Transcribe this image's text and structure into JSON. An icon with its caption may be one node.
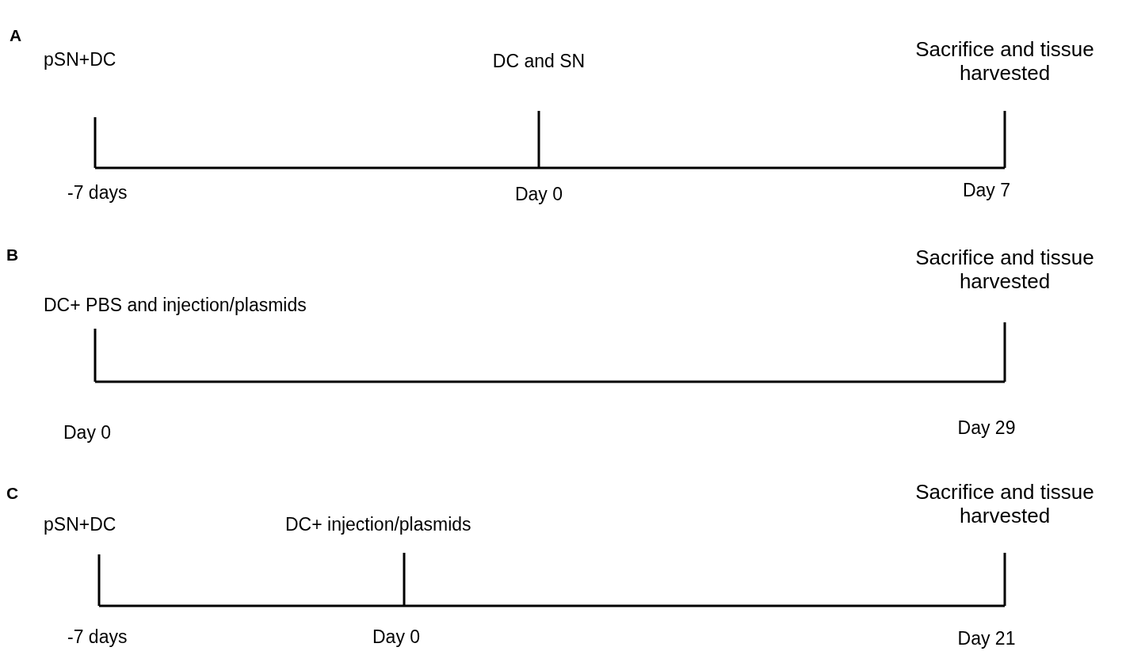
{
  "diagram": {
    "labels": [
      "A",
      "pSN+DC",
      "DC and SN",
      "Sacrifice and tissue harvested",
      "-7 days",
      "Day 0",
      "Day 7",
      "B",
      "Sacrifice and tissue harvested",
      "DC+ PBS and injection/plasmids",
      "Day 0",
      "Day 29",
      "C",
      "Sacrifice and tissue harvested",
      "pSN+DC",
      "DC+ injection/plasmids",
      "-7 days",
      "Day 0",
      "Day 21"
    ]
  }
}
